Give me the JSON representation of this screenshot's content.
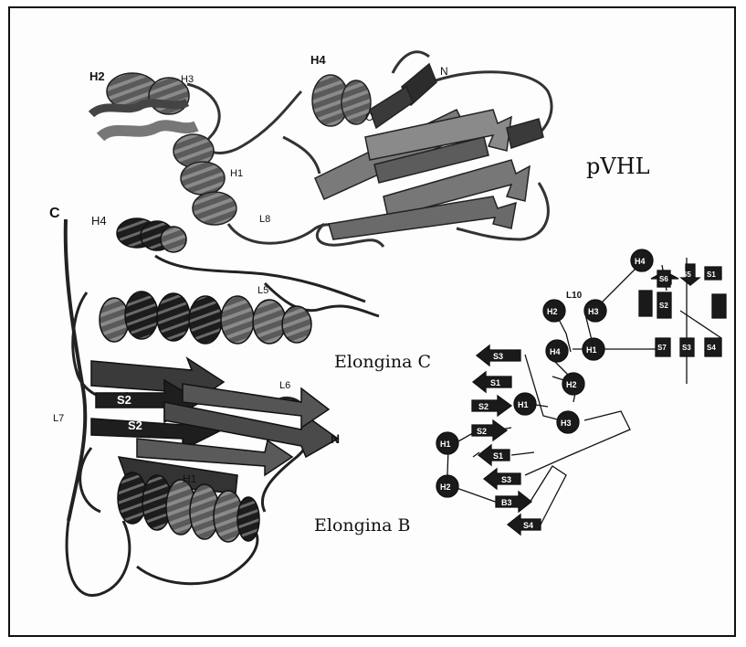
{
  "colors": {
    "dark": "#1a1a1a",
    "mid": "#6e6e6e",
    "light": "#a9a9a9",
    "line": "#111111"
  },
  "labels": {
    "pvhl": "pVHL",
    "elongin_c": "Elongina C",
    "elongin_b": "Elongina B",
    "pvhl_h2": "H2",
    "pvhl_h3": "H3",
    "pvhl_h4": "H4",
    "pvhl_h1": "H1",
    "pvhl_l8": "L8",
    "pvhl_c": "C",
    "pvhl_n": "N",
    "ec_c": "C",
    "ec_h4": "H4",
    "ec_l5": "L5",
    "ec_l6": "L6",
    "ec_l7": "L7",
    "ec_s2a": "S2",
    "ec_s2b": "S2",
    "ec_n": "N",
    "eb_h1": "H1"
  },
  "topology": {
    "l10": "L10",
    "nodes": {
      "h4_top": "H4",
      "h2": "H2",
      "h3": "H3",
      "h1": "H1",
      "h4_mid": "H4",
      "h2_mid": "H2",
      "h1_mid": "H1",
      "h3_mid": "H3",
      "h1_low": "H1",
      "h2_low": "H2"
    },
    "strands": {
      "s3_a": "S3",
      "s1_a": "S1",
      "s2_a": "S2",
      "s2_b": "S2",
      "s1_b": "S1",
      "s3_b": "S3",
      "b3": "B3",
      "s4": "S4"
    },
    "sheet": {
      "s6": "S6",
      "s5": "S5",
      "s1": "S1",
      "s2": "S2",
      "s7": "S7",
      "s3": "S3",
      "s4": "S4"
    }
  }
}
